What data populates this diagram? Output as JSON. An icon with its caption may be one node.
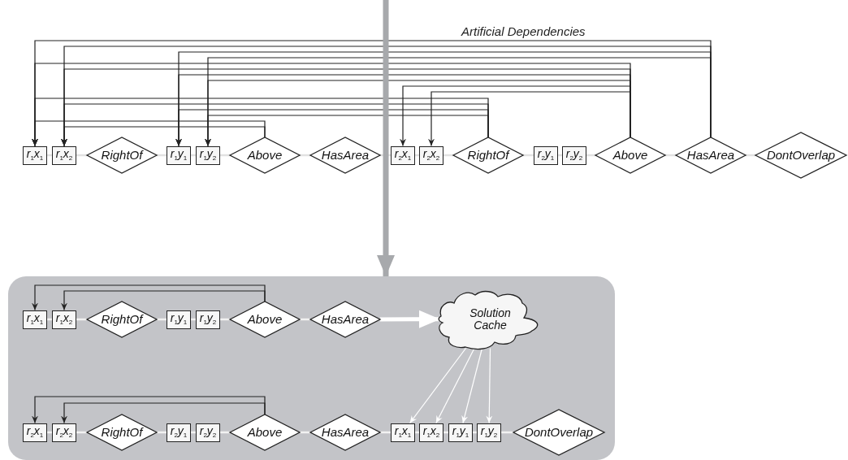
{
  "diagram": {
    "nodes": [
      {
        "text": [
          "r$_{1}$x$_{1}$"
        ]
      },
      {
        "text": [
          "r$_{1}$x$_{2}$"
        ]
      },
      {
        "text": [
          "RightOf"
        ]
      },
      {
        "text": [
          "r$_{1}$y$_{1}$"
        ]
      },
      {
        "text": [
          "r$_{1}$y$_{2}$"
        ]
      },
      {
        "text": [
          "Above"
        ]
      },
      {
        "text": [
          "HasArea"
        ]
      },
      {
        "text": [
          "r$_{2}$x$_{1}$"
        ]
      },
      {
        "text": [
          "r$_{2}$x$_{2}$"
        ]
      },
      {
        "text": [
          "RightOf"
        ]
      },
      {
        "text": [
          "r$_{2}$y$_{1}$"
        ]
      },
      {
        "text": [
          "r$_{2}$y$_{2}$"
        ]
      },
      {
        "text": [
          "Above"
        ]
      },
      {
        "text": [
          "HasArea"
        ]
      },
      {
        "text": [
          "DontOverlap"
        ]
      },
      {
        "text": [],
        "shape": "box"
      },
      {
        "text": [
          "r$_{1}$x$_{1}$"
        ],
        "in": 15
      },
      {
        "text": [
          "r$_{1}$x$_{2}$"
        ],
        "in": 15
      },
      {
        "text": [
          "RightOf"
        ],
        "in": 15
      },
      {
        "text": [
          "r$_{1}$y$_{1}$"
        ],
        "in": 15
      },
      {
        "text": [
          "r$_{1}$y$_{2}$"
        ],
        "in": 15
      },
      {
        "text": [
          "Above"
        ],
        "in": 15
      },
      {
        "text": [
          "HasArea"
        ],
        "in": 15
      },
      {
        "text": [
          "Solution Cache"
        ],
        "in": 15
      },
      {
        "text": [
          "r$_{2}$x$_{1}$"
        ],
        "in": 15
      },
      {
        "text": [
          "r$_{2}$x$_{2}$"
        ],
        "in": 15
      },
      {
        "text": [
          "RightOf"
        ],
        "in": 15
      },
      {
        "text": [
          "r$_{2}$y$_{1}$"
        ],
        "in": 15
      },
      {
        "text": [
          "r$_{2}$y$_{2}$"
        ],
        "in": 15
      },
      {
        "text": [
          "Above"
        ],
        "in": 15
      },
      {
        "text": [
          "HasArea"
        ],
        "in": 15
      },
      {
        "text": [
          "r$_{1}$x$_{1}$"
        ],
        "in": 15
      },
      {
        "text": [
          "r$_{1}$x$_{2}$"
        ],
        "in": 15
      },
      {
        "text": [
          "r$_{1}$y$_{1}$"
        ],
        "in": 15
      },
      {
        "text": [
          "r$_{1}$y$_{2}$"
        ],
        "in": 15
      },
      {
        "text": [
          "DontOverlap"
        ],
        "in": 15
      }
    ],
    "edges": [
      {
        "from": 0,
        "to": 1,
        "arrow": "none",
        "color": "#e2e2e2"
      },
      {
        "from": 1,
        "to": 2,
        "arrow": "none",
        "color": "#e2e2e2"
      },
      {
        "from": 2,
        "to": 3,
        "arrow": "none",
        "color": "#e2e2e2"
      },
      {
        "from": 3,
        "to": 4,
        "arrow": "none",
        "color": "#e2e2e2"
      },
      {
        "from": 4,
        "to": 5,
        "arrow": "none",
        "color": "#e2e2e2"
      },
      {
        "from": 5,
        "to": 6,
        "arrow": "none",
        "color": "#e2e2e2"
      },
      {
        "from": 6,
        "to": 7,
        "arrow": "none",
        "color": "#e2e2e2"
      },
      {
        "from": 7,
        "to": 8,
        "arrow": "none",
        "color": "#e2e2e2"
      },
      {
        "from": 8,
        "to": 9,
        "arrow": "none",
        "color": "#e2e2e2"
      },
      {
        "from": 9,
        "to": 10,
        "arrow": "none",
        "color": "#e2e2e2"
      },
      {
        "from": 10,
        "to": 11,
        "arrow": "none",
        "color": "#e2e2e2"
      },
      {
        "from": 11,
        "to": 12,
        "arrow": "none",
        "color": "#e2e2e2"
      },
      {
        "from": 12,
        "to": 13,
        "arrow": "none",
        "color": "#e2e2e2"
      },
      {
        "from": 13,
        "to": 14,
        "arrow": "none",
        "color": "#e2e2e2"
      },
      {
        "from": 5,
        "to": 0,
        "arrow": "to"
      },
      {
        "from": 5,
        "to": 1,
        "arrow": "to"
      },
      {
        "from": 9,
        "to": 0,
        "arrow": "to"
      },
      {
        "from": 9,
        "to": 1,
        "arrow": "to"
      },
      {
        "from": 9,
        "to": 3,
        "arrow": "to"
      },
      {
        "from": 9,
        "to": 4,
        "arrow": "to"
      },
      {
        "from": 12,
        "to": 0,
        "arrow": "to"
      },
      {
        "from": 12,
        "to": 1,
        "arrow": "to"
      },
      {
        "from": 12,
        "to": 3,
        "arrow": "to"
      },
      {
        "from": 12,
        "to": 4,
        "arrow": "to"
      },
      {
        "from": 12,
        "to": 7,
        "arrow": "to"
      },
      {
        "from": 12,
        "to": 8,
        "arrow": "to"
      },
      {
        "from": 13,
        "to": 0,
        "arrow": "to"
      },
      {
        "from": 13,
        "to": 1,
        "arrow": "to"
      },
      {
        "from": 13,
        "to": 3,
        "arrow": "to"
      },
      {
        "from": 13,
        "to": 4,
        "arrow": "to"
      },
      {
        "from": null,
        "to": 15,
        "arrow": "to",
        "style": "thick",
        "color": "#a7a9ac"
      },
      {
        "from": 16,
        "to": 17,
        "arrow": "none",
        "color": "#f2f2f2"
      },
      {
        "from": 17,
        "to": 18,
        "arrow": "none",
        "color": "#f2f2f2"
      },
      {
        "from": 18,
        "to": 19,
        "arrow": "none",
        "color": "#f2f2f2"
      },
      {
        "from": 19,
        "to": 20,
        "arrow": "none",
        "color": "#f2f2f2"
      },
      {
        "from": 20,
        "to": 21,
        "arrow": "none",
        "color": "#f2f2f2"
      },
      {
        "from": 21,
        "to": 22,
        "arrow": "none",
        "color": "#f2f2f2"
      },
      {
        "from": 22,
        "to": 23,
        "arrow": "to",
        "style": "thick",
        "color": "#ffffff"
      },
      {
        "from": 21,
        "to": 16,
        "arrow": "to"
      },
      {
        "from": 21,
        "to": 17,
        "arrow": "to"
      },
      {
        "from": 24,
        "to": 25,
        "arrow": "none",
        "color": "#f2f2f2"
      },
      {
        "from": 25,
        "to": 26,
        "arrow": "none",
        "color": "#f2f2f2"
      },
      {
        "from": 26,
        "to": 27,
        "arrow": "none",
        "color": "#f2f2f2"
      },
      {
        "from": 27,
        "to": 28,
        "arrow": "none",
        "color": "#f2f2f2"
      },
      {
        "from": 28,
        "to": 29,
        "arrow": "none",
        "color": "#f2f2f2"
      },
      {
        "from": 29,
        "to": 30,
        "arrow": "none",
        "color": "#f2f2f2"
      },
      {
        "from": 30,
        "to": 31,
        "arrow": "none",
        "color": "#f2f2f2"
      },
      {
        "from": 31,
        "to": 32,
        "arrow": "none",
        "color": "#f2f2f2"
      },
      {
        "from": 32,
        "to": 33,
        "arrow": "none",
        "color": "#f2f2f2"
      },
      {
        "from": 33,
        "to": 34,
        "arrow": "none",
        "color": "#f2f2f2"
      },
      {
        "from": 34,
        "to": 35,
        "arrow": "none",
        "color": "#f2f2f2"
      },
      {
        "from": 29,
        "to": 24,
        "arrow": "to"
      },
      {
        "from": 29,
        "to": 25,
        "arrow": "to"
      },
      {
        "from": 23,
        "to": 31,
        "arrow": "to",
        "color": "#ffffff"
      },
      {
        "from": 23,
        "to": 32,
        "arrow": "to",
        "color": "#ffffff"
      },
      {
        "from": 23,
        "to": 33,
        "arrow": "to",
        "color": "#ffffff"
      },
      {
        "from": 23,
        "to": 34,
        "arrow": "to",
        "color": "#ffffff"
      }
    ],
    "labels": [
      "Artificial Dependencies"
    ]
  }
}
